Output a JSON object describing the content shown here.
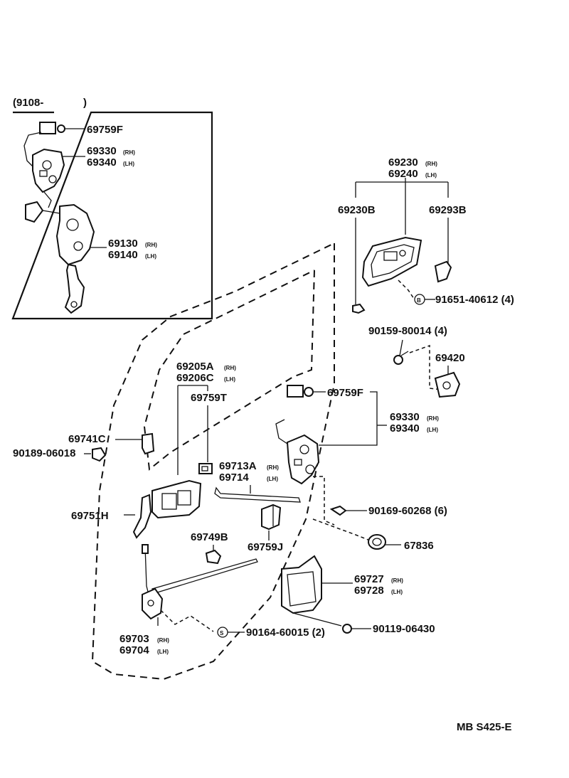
{
  "labels": {
    "inset_header": "(9108-",
    "inset_header_close": ")",
    "i_69759F": "69759F",
    "i_69330": "69330",
    "i_69340": "69340",
    "i_69130": "69130",
    "i_69140": "69140",
    "p_69230": "69230",
    "p_69240": "69240",
    "p_69230B": "69230B",
    "p_69293B": "69293B",
    "p_91651": "91651-40612 (4)",
    "p_90159": "90159-80014 (4)",
    "p_69420": "69420",
    "p_69205A": "69205A",
    "p_69206C": "69206C",
    "p_69759T": "69759T",
    "p_69759F": "69759F",
    "p_69330": "69330",
    "p_69340": "69340",
    "p_69741C": "69741C",
    "p_90189": "90189-06018",
    "p_69713A": "69713A",
    "p_69714": "69714",
    "p_69751H": "69751H",
    "p_90169": "90169-60268 (6)",
    "p_69749B": "69749B",
    "p_69759J": "69759J",
    "p_67836": "67836",
    "p_69727": "69727",
    "p_69728": "69728",
    "p_69703": "69703",
    "p_69704": "69704",
    "p_90164": "90164-60015 (2)",
    "p_90119": "90119-06430",
    "footer_code": "MB S425-E",
    "rh": "(RH)",
    "lh": "(LH)",
    "callout_b": "B",
    "callout_s": "S",
    "suffix_h": "H"
  }
}
